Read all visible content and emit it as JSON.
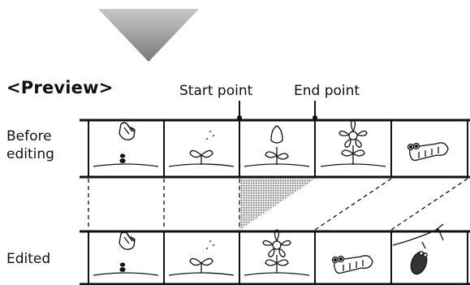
{
  "heading": "<Preview>",
  "markers": {
    "start": "Start point",
    "end": "End point"
  },
  "rows": {
    "before_line1": "Before",
    "before_line2": "editing",
    "edited": "Edited"
  },
  "frames": {
    "before": [
      "hand-planting-seed-icon",
      "sprout-icon",
      "bud-icon",
      "flower-icon",
      "caterpillar-icon"
    ],
    "edited": [
      "hand-planting-seed-icon",
      "sprout-icon",
      "flower-icon",
      "caterpillar-icon",
      "hanging-cocoon-icon"
    ]
  },
  "colors": {
    "ink": "#111111",
    "shade": "#9a9a9a"
  }
}
